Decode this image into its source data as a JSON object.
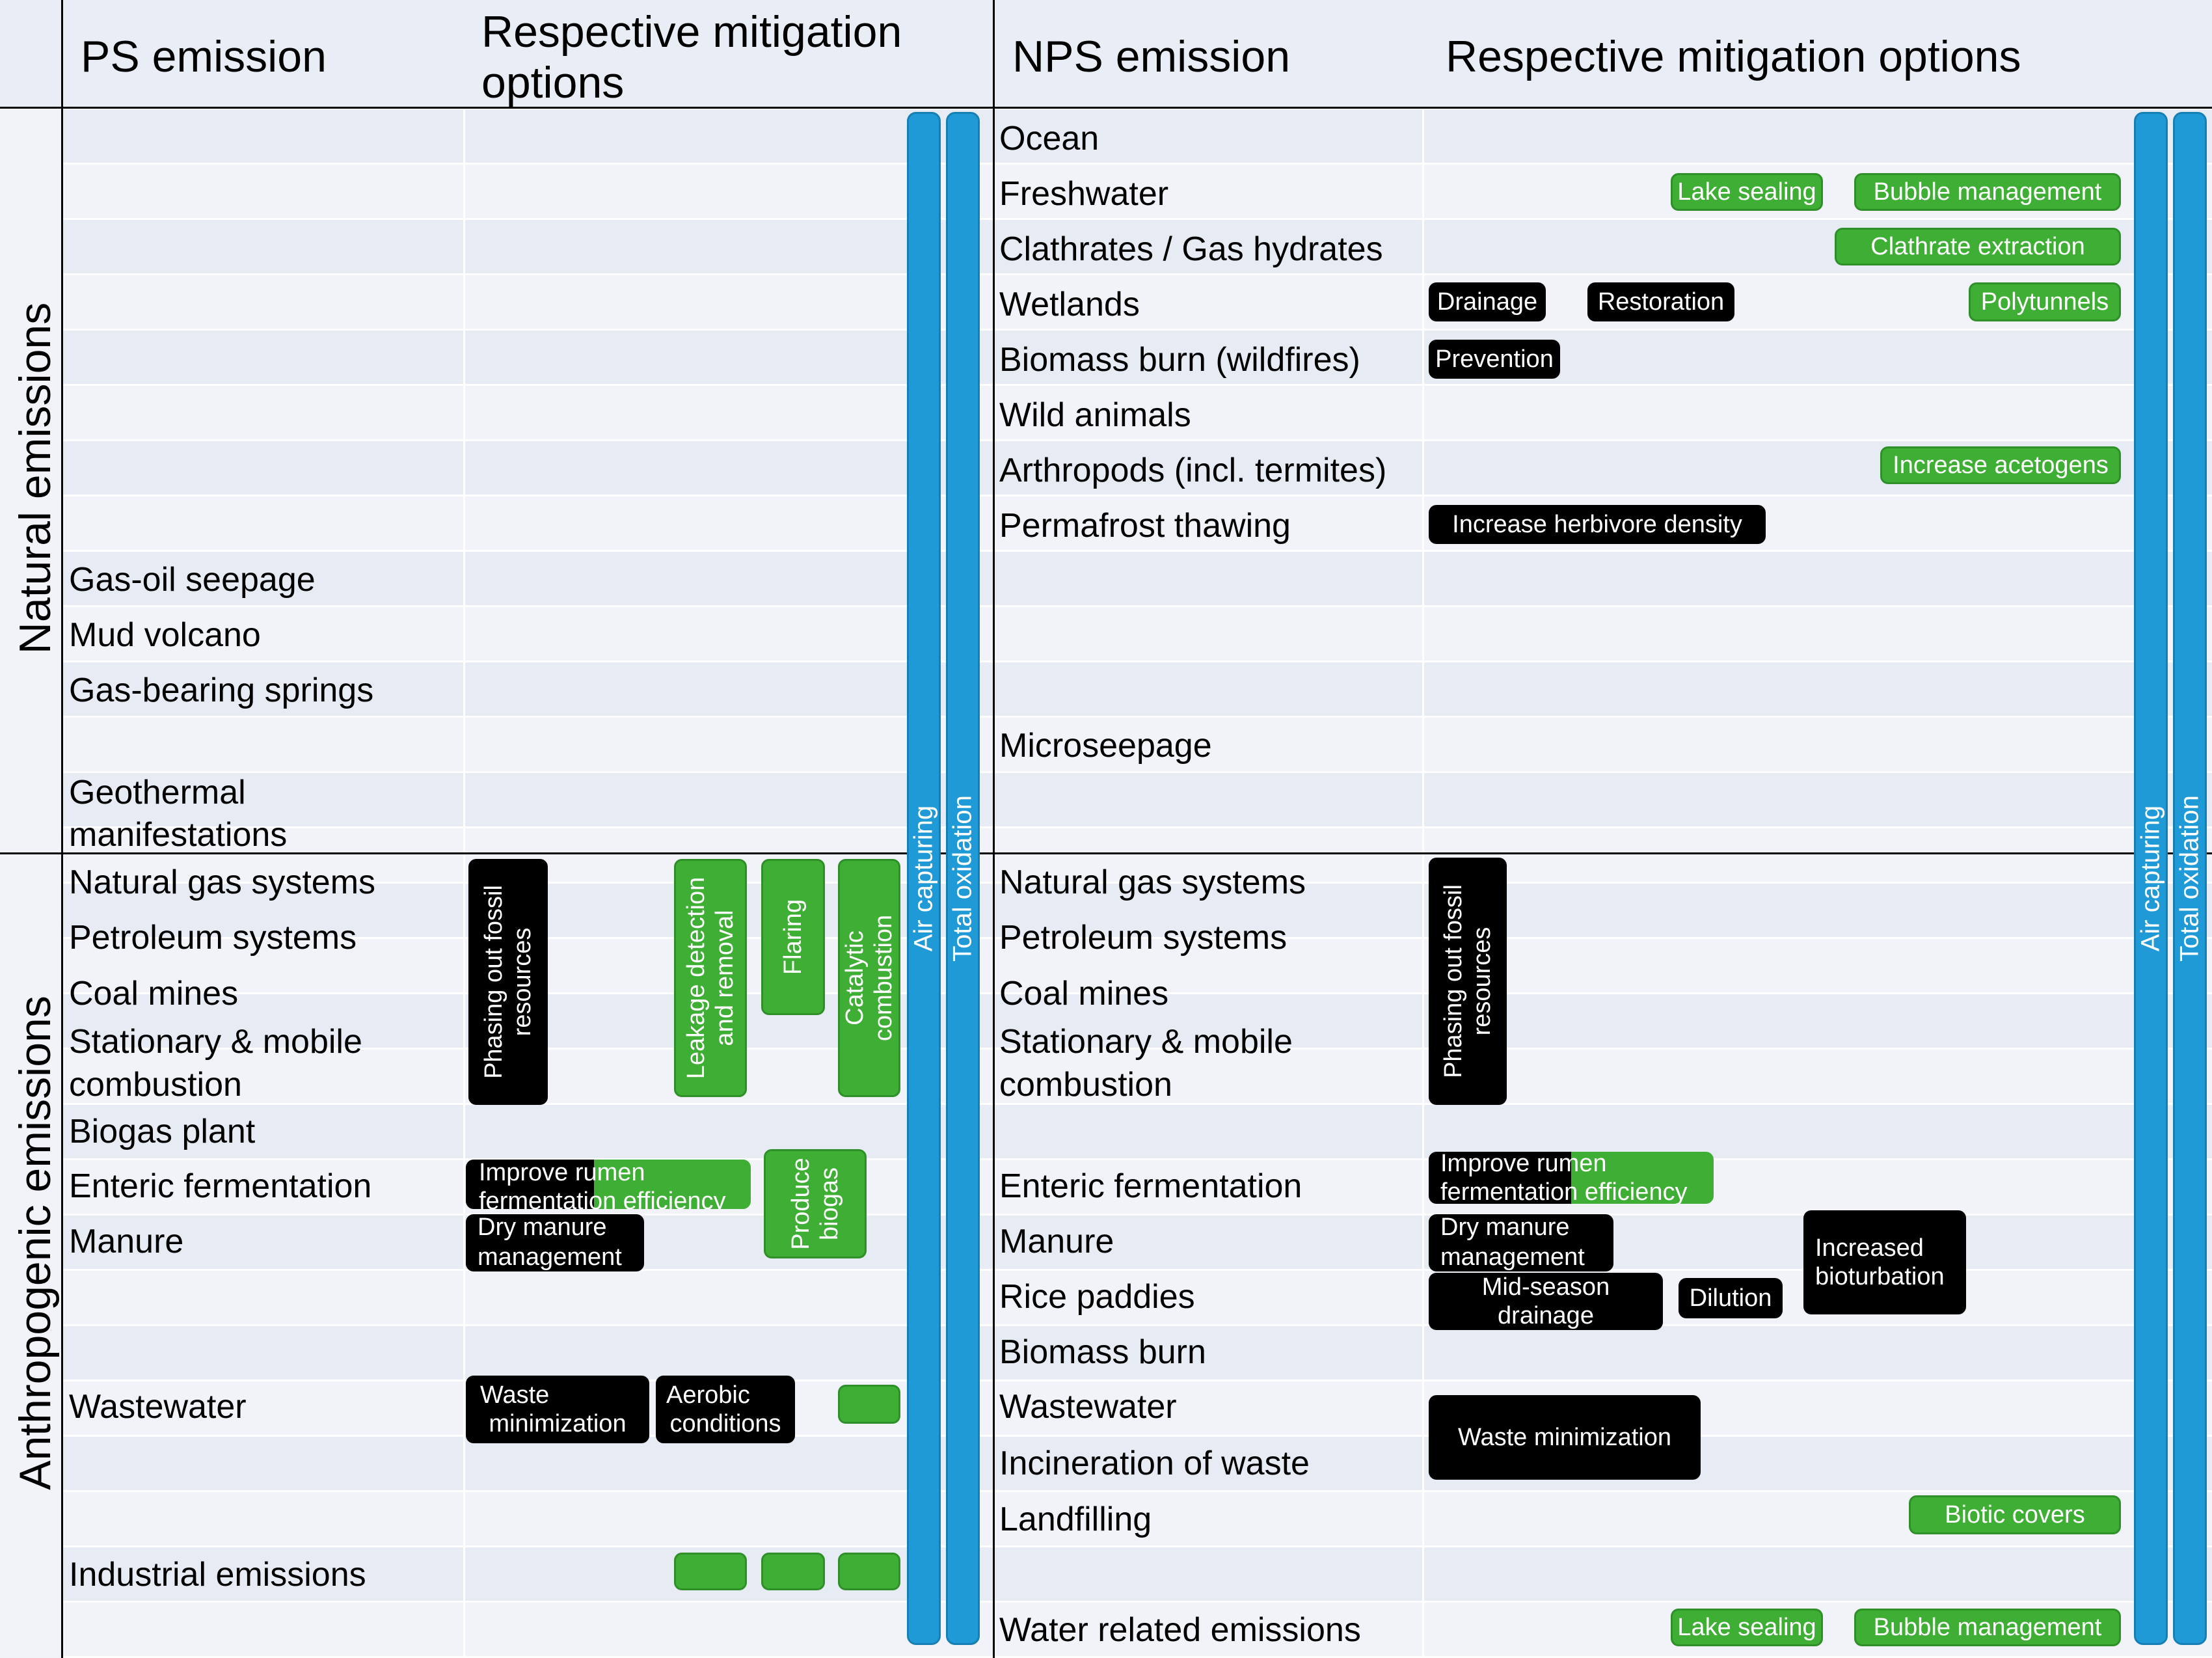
{
  "headers": {
    "ps_emission": "PS emission",
    "ps_mitigation": "Respective mitigation options",
    "nps_emission": "NPS emission",
    "nps_mitigation": "Respective mitigation options"
  },
  "categories": {
    "natural": "Natural emissions",
    "anthropogenic": "Anthropogenic emissions"
  },
  "bars": {
    "air_capturing": "Air capturing",
    "total_oxidation": "Total oxidation"
  },
  "ps_sources": {
    "gas_oil_seepage": "Gas-oil seepage",
    "mud_volcano": "Mud volcano",
    "gas_bearing_springs": "Gas-bearing springs",
    "geothermal_1": "Geothermal",
    "geothermal_2": "manifestations",
    "natural_gas": "Natural gas systems",
    "petroleum": "Petroleum systems",
    "coal_mines": "Coal mines",
    "stationary_1": "Stationary & mobile",
    "stationary_2": "combustion",
    "biogas_plant": "Biogas plant",
    "enteric": "Enteric fermentation",
    "manure": "Manure",
    "wastewater": "Wastewater",
    "industrial": "Industrial emissions"
  },
  "nps_sources": {
    "ocean": "Ocean",
    "freshwater": "Freshwater",
    "clathrates": "Clathrates / Gas hydrates",
    "wetlands": "Wetlands",
    "biomass_wildfires": "Biomass burn (wildfires)",
    "wild_animals": "Wild animals",
    "arthropods": "Arthropods (incl. termites)",
    "permafrost": "Permafrost thawing",
    "microseepage": "Microseepage",
    "natural_gas": "Natural gas systems",
    "petroleum": "Petroleum systems",
    "coal_mines": "Coal mines",
    "stationary_1": "Stationary & mobile",
    "stationary_2": "combustion",
    "enteric": "Enteric fermentation",
    "manure": "Manure",
    "rice": "Rice paddies",
    "biomass_burn": "Biomass burn",
    "wastewater": "Wastewater",
    "incineration": "Incineration of waste",
    "landfilling": "Landfilling",
    "water_related": "Water related emissions"
  },
  "ps_options": {
    "phasing_out_1": "Phasing out fossil",
    "phasing_out_2": "resources",
    "leakage_1": "Leakage detection",
    "leakage_2": "and removal",
    "flaring": "Flaring",
    "catalytic_1": "Catalytic",
    "catalytic_2": "combustion",
    "improve_rumen_1": "Improve rumen",
    "improve_rumen_2": "fermentation efficiency",
    "produce_biogas_1": "Produce",
    "produce_biogas_2": "biogas",
    "dry_manure_1": "Dry manure",
    "dry_manure_2": "management",
    "waste_min_1": "Waste",
    "waste_min_2": "minimization",
    "aerobic_1": "Aerobic",
    "aerobic_2": "conditions"
  },
  "nps_options": {
    "lake_sealing": "Lake sealing",
    "bubble_management": "Bubble management",
    "clathrate_extraction": "Clathrate extraction",
    "drainage": "Drainage",
    "restoration": "Restoration",
    "polytunnels": "Polytunnels",
    "prevention": "Prevention",
    "increase_acetogens": "Increase acetogens",
    "increase_herbivore": "Increase herbivore density",
    "phasing_out_1": "Phasing out fossil",
    "phasing_out_2": "resources",
    "improve_rumen_1": "Improve rumen",
    "improve_rumen_2": "fermentation efficiency",
    "dry_manure_1": "Dry manure",
    "dry_manure_2": "management",
    "increased_bioturbation_1": "Increased",
    "increased_bioturbation_2": "bioturbation",
    "mid_season_1": "Mid-season",
    "mid_season_2": "drainage",
    "dilution": "Dilution",
    "waste_minimization": "Waste minimization",
    "biotic_covers": "Biotic covers",
    "lake_sealing_2": "Lake sealing",
    "bubble_management_2": "Bubble management"
  },
  "colors": {
    "green_option": "#3fae35",
    "black_option": "#000000",
    "blue_bar": "#1f9ad6",
    "row_band": "#e7ebf4"
  }
}
